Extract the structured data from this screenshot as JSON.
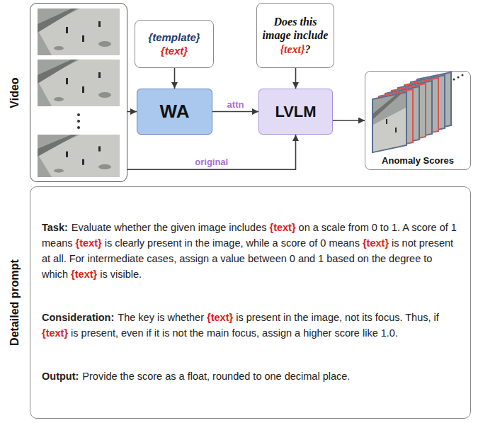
{
  "diagram": {
    "nodes": [
      {
        "text": [
          "Video"
        ]
      },
      {
        "text": [
          "{template}",
          "{text}"
        ]
      },
      {
        "text": [
          "Does this image include {text}?"
        ]
      },
      {
        "text": [
          "WA"
        ]
      },
      {
        "text": [
          "LVLM"
        ]
      },
      {
        "text": [
          "Anomaly Scores"
        ]
      },
      {
        "text": [
          "Detailed prompt",
          "Task:",
          "Evaluate whether the given image includes {text} on a scale from 0 to 1. A score of 1 means {text} is clearly present in the image, while a score of 0 means {text} is not present at all. For intermediate cases, assign a value between 0 and 1 based on the degree to which {text} is visible.",
          "Consideration:",
          "The key is whether {text} is present in the image, not its focus. Thus, if {text} is present, even if it is not the main focus, assign a higher score like 1.0.",
          "Output:",
          "Provide the score as a float, rounded to one decimal place."
        ]
      }
    ],
    "edges": [
      {
        "from": 0,
        "to": 3,
        "arrow": "to"
      },
      {
        "from": 1,
        "to": 3,
        "arrow": "to"
      },
      {
        "from": 3,
        "to": 4,
        "label": "attn",
        "arrow": "to"
      },
      {
        "from": 2,
        "to": 4,
        "arrow": "to"
      },
      {
        "from": 4,
        "to": 5,
        "arrow": "to"
      },
      {
        "from": 0,
        "to": 4,
        "label": "original",
        "arrow": "to"
      }
    ]
  }
}
